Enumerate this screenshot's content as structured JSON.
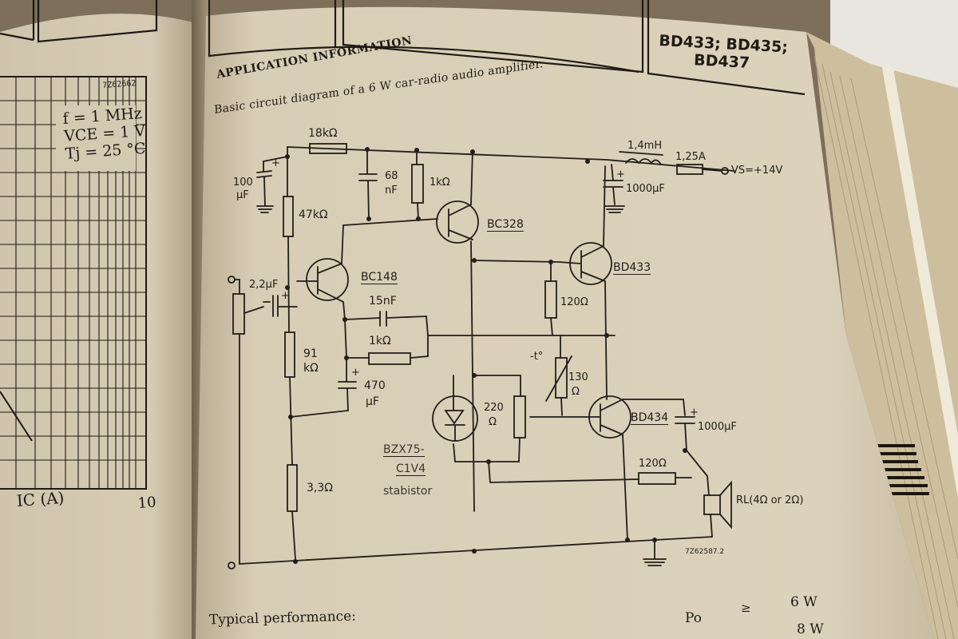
{
  "left_page": {
    "graph_code": "7Z62662",
    "conditions": [
      "f = 1 MHz",
      "VCE = 1 V",
      "Tj = 25 °C"
    ],
    "x_axis_label": "IC (A)",
    "x_axis_end": "10"
  },
  "header": {
    "part_numbers": [
      "BD433; BD435;",
      "BD437"
    ]
  },
  "section": {
    "title": "APPLICATION INFORMATION",
    "subtitle": "Basic circuit diagram of a 6 W car-radio audio amplifier."
  },
  "circuit": {
    "r_18k": "18kΩ",
    "c_100": "100",
    "c_100_unit": "µF",
    "c_68": "68",
    "c_68_unit": "nF",
    "r_1k_top": "1kΩ",
    "l_1": "1,4mH",
    "fuse": "1,25A",
    "vs": "VS=+14V",
    "c_1000_top": "1000µF",
    "r_47k": "47kΩ",
    "t_bc328": "BC328",
    "t_bd433": "BD433",
    "c_2u2": "2,2µF",
    "t_bc148": "BC148",
    "c_15n": "15nF",
    "r_120_mid": "120Ω",
    "r_91": "91",
    "r_91_unit": "kΩ",
    "r_1k_mid": "1kΩ",
    "ntc": "-t°",
    "r_130": "130",
    "r_130_unit": "Ω",
    "c_470": "470",
    "c_470_unit": "µF",
    "pot_220": "220",
    "pot_220_unit": "Ω",
    "t_bd434": "BD434",
    "c_1000_out": "1000µF",
    "zener": "BZX75-",
    "zener_2": "C1V4",
    "stabistor": "stabistor",
    "r_120_out": "120Ω",
    "r_3_3": "3,3Ω",
    "load": "RL(4Ω or 2Ω)",
    "drawing_code": "7Z62587.2",
    "plus": "+"
  },
  "performance": {
    "title": "Typical performance:",
    "symbol": "Po",
    "relation": "≥",
    "value_1": "6  W",
    "value_2": "8  W"
  },
  "colors": {
    "page": "#d9cfb8",
    "ink": "#221e19",
    "background": "#8a7a62"
  }
}
